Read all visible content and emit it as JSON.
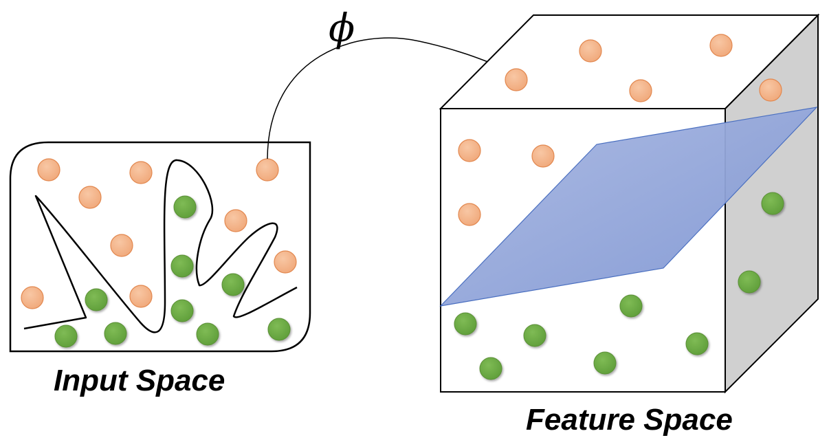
{
  "diagram": {
    "mapping_symbol": "ϕ",
    "input_label": "Input Space",
    "feature_label": "Feature Space"
  },
  "colors": {
    "class_a_fill": "#f4b183",
    "class_a_stroke": "#e2874e",
    "class_b_fill": "#70ad47",
    "class_b_stroke": "#5a8f36",
    "hyperplane_fill": "#8fa4d8",
    "hyperplane_stroke": "#4a6fc0",
    "cube_side_fill": "#d0d0d0",
    "outline": "#000000"
  }
}
